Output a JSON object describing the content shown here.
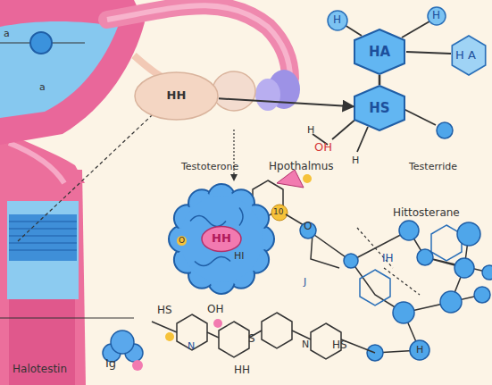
{
  "diagram": {
    "nodes": [
      {
        "text": [
          "HA"
        ]
      },
      {
        "text": [
          "HH"
        ]
      },
      {
        "text": [
          "HS"
        ]
      },
      {
        "text": [
          "HH"
        ]
      }
    ],
    "edges": [
      {
        "from": 1,
        "to": 2,
        "arrow": "to"
      },
      {
        "from": 0,
        "to": 2,
        "arrow": "none"
      }
    ],
    "labels": [
      "a",
      "a",
      "H",
      "H",
      "H A",
      "OH",
      "Testoterone",
      "Hpothalmus",
      "Testerride",
      "10",
      "O",
      "Hittosterane",
      "O",
      "HI",
      "IH",
      "J",
      "HS",
      "OH",
      "S",
      "N",
      "N",
      "HS",
      "Ig",
      "Halotestin",
      "HH",
      "H",
      "H",
      "H"
    ]
  }
}
